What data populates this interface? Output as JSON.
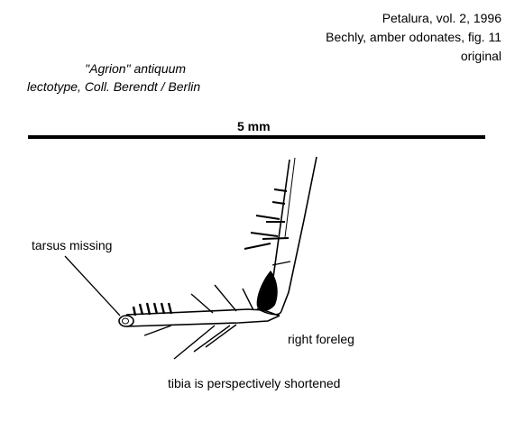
{
  "source": {
    "line1": "Petalura, vol. 2, 1996",
    "line2": "Bechly, amber odonates, fig. 11",
    "line3": "original"
  },
  "specimen": {
    "line1": "\"Agrion\" antiquum",
    "line2": "lectotype, Coll. Berendt / Berlin"
  },
  "scale": {
    "label": "5 mm"
  },
  "labels": {
    "tarsus": "tarsus missing",
    "foreleg": "right foreleg",
    "tibia": "tibia is perspectively shortened"
  }
}
